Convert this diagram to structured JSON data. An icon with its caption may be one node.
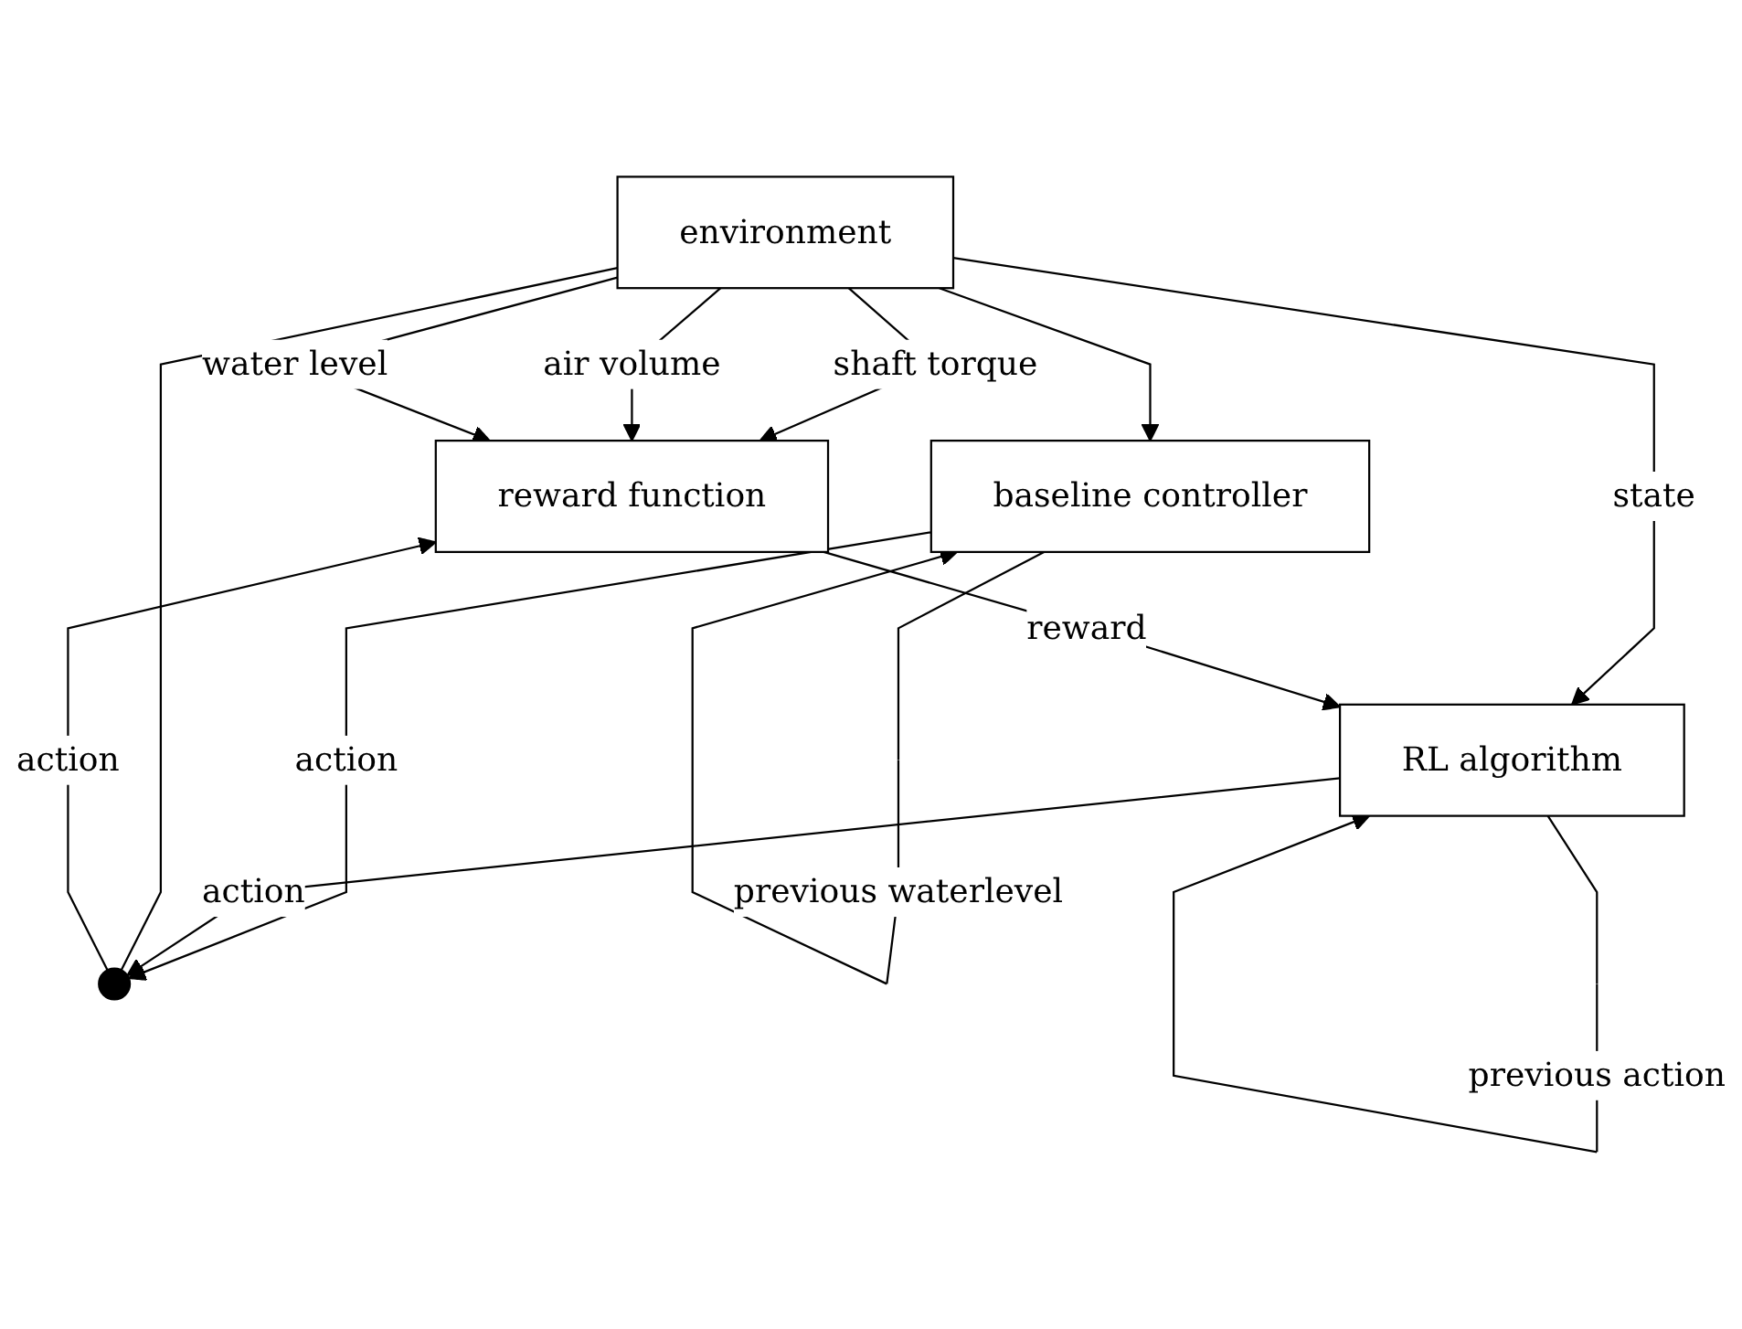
{
  "diagram": {
    "nodes": [
      {
        "text": [
          "environment"
        ]
      },
      {
        "text": [
          "baseline controller"
        ]
      },
      {
        "text": [
          "RL algorithm"
        ]
      },
      {
        "text": [
          "reward function"
        ]
      },
      {
        "text": [],
        "shape": "switch"
      }
    ],
    "edges": [
      {
        "from": 1,
        "to": 4,
        "arrow": "to",
        "label": "action"
      },
      {
        "from": 2,
        "to": 4,
        "arrow": "to",
        "label": "action"
      },
      {
        "from": 4,
        "to": 0,
        "arrow": "none"
      },
      {
        "from": 4,
        "to": 3,
        "arrow": "to",
        "label": "action"
      },
      {
        "from": 0,
        "to": 3,
        "arrow": "to",
        "label": "shaft torque"
      },
      {
        "from": 0,
        "to": 3,
        "arrow": "to",
        "label": "air volume"
      },
      {
        "from": 0,
        "to": 3,
        "arrow": "to",
        "label": "water level"
      },
      {
        "from": 0,
        "to": 1,
        "arrow": "to"
      },
      {
        "from": 0,
        "to": 2,
        "arrow": "to",
        "label": "state"
      },
      {
        "from": 1,
        "to": 1,
        "arrow": "to",
        "label": "previous waterlevel"
      },
      {
        "from": 2,
        "to": 2,
        "arrow": "to",
        "label": "previous action"
      },
      {
        "from": 3,
        "to": 2,
        "arrow": "to",
        "label": "reward"
      }
    ]
  }
}
